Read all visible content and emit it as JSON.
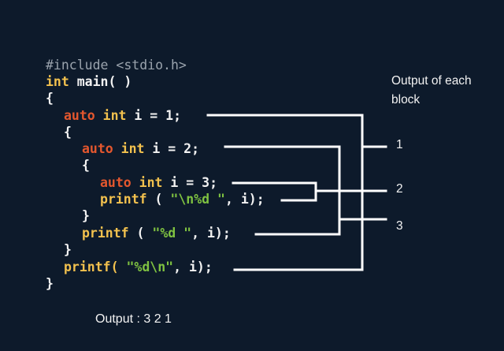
{
  "code": {
    "l1_include": "#include <stdio.h>",
    "l2_int": "int",
    "l2_main": " main( )",
    "l3_brace": "{",
    "l4_auto": "auto",
    "l4_int": " int",
    "l4_rest": " i = 1;",
    "l5_brace": "{",
    "l6_auto": "auto",
    "l6_int": " int",
    "l6_rest": " i = 2;",
    "l7_brace": "{",
    "l8_auto": "auto",
    "l8_int": " int",
    "l8_rest": " i = 3;",
    "l9_printf": "printf",
    "l9_open": " ( ",
    "l9_str": "\"\\n%d \"",
    "l9_close": ", i);",
    "l10_brace": "}",
    "l11_printf": "printf",
    "l11_open": " ( ",
    "l11_str": "\"%d \"",
    "l11_close": ", i);",
    "l12_brace": "}",
    "l13_printf": "printf(",
    "l13_space": " ",
    "l13_str": "\"%d\\n\"",
    "l13_close": ", i);",
    "l14_brace": "}"
  },
  "side": {
    "heading_line1": "Output of each",
    "heading_line2": "block",
    "label_1": "1",
    "label_2": "2",
    "label_3": "3"
  },
  "output_text": "Output : 3 2 1",
  "colors": {
    "background": "#0d1a2b",
    "text": "#f2f2f2",
    "keyword_int": "#f2c14e",
    "keyword_auto": "#e4572e",
    "string": "#7fc241",
    "include": "#9aa3ad",
    "connector": "#ffffff"
  }
}
